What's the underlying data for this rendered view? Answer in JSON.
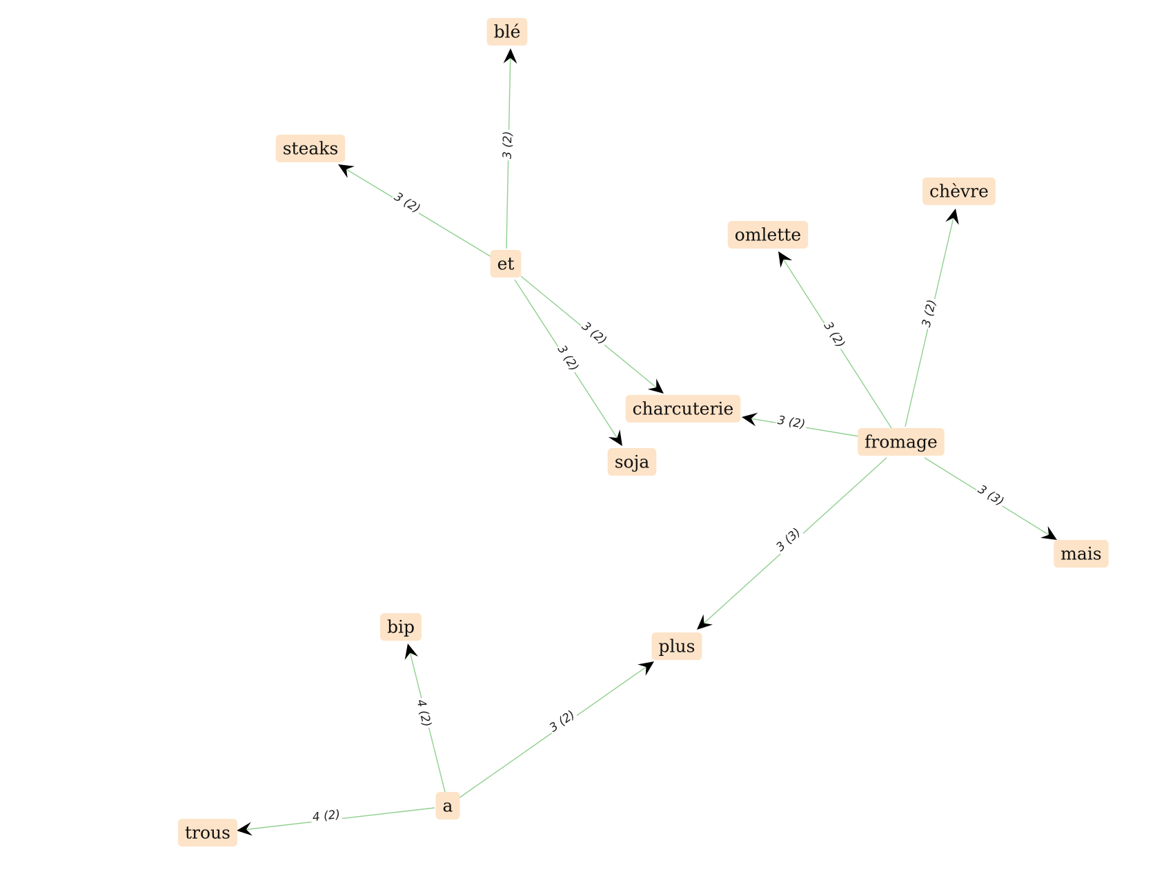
{
  "colors": {
    "node_fill": "#fde3c8",
    "edge": "#8fcf8f",
    "arrow": "#000000",
    "text": "#111111"
  },
  "nodes": [
    {
      "id": "ble",
      "label": "blé"
    },
    {
      "id": "steaks",
      "label": "steaks"
    },
    {
      "id": "et",
      "label": "et"
    },
    {
      "id": "chevre",
      "label": "chèvre"
    },
    {
      "id": "omlette",
      "label": "omlette"
    },
    {
      "id": "charcuterie",
      "label": "charcuterie"
    },
    {
      "id": "soja",
      "label": "soja"
    },
    {
      "id": "fromage",
      "label": "fromage"
    },
    {
      "id": "mais",
      "label": "mais"
    },
    {
      "id": "bip",
      "label": "bip"
    },
    {
      "id": "plus",
      "label": "plus"
    },
    {
      "id": "a",
      "label": "a"
    },
    {
      "id": "trous",
      "label": "trous"
    }
  ],
  "edges": [
    {
      "source": "et",
      "target": "ble",
      "label": "3 (2)"
    },
    {
      "source": "et",
      "target": "steaks",
      "label": "3 (2)"
    },
    {
      "source": "et",
      "target": "charcuterie",
      "label": "3 (2)"
    },
    {
      "source": "et",
      "target": "soja",
      "label": "3 (2)"
    },
    {
      "source": "fromage",
      "target": "omlette",
      "label": "3 (2)"
    },
    {
      "source": "fromage",
      "target": "chevre",
      "label": "3 (2)"
    },
    {
      "source": "fromage",
      "target": "charcuterie",
      "label": "3 (2)"
    },
    {
      "source": "fromage",
      "target": "mais",
      "label": "3 (3)"
    },
    {
      "source": "fromage",
      "target": "plus",
      "label": "3 (3)"
    },
    {
      "source": "a",
      "target": "bip",
      "label": "4 (2)"
    },
    {
      "source": "a",
      "target": "plus",
      "label": "3 (2)"
    },
    {
      "source": "a",
      "target": "trous",
      "label": "4 (2)"
    }
  ]
}
